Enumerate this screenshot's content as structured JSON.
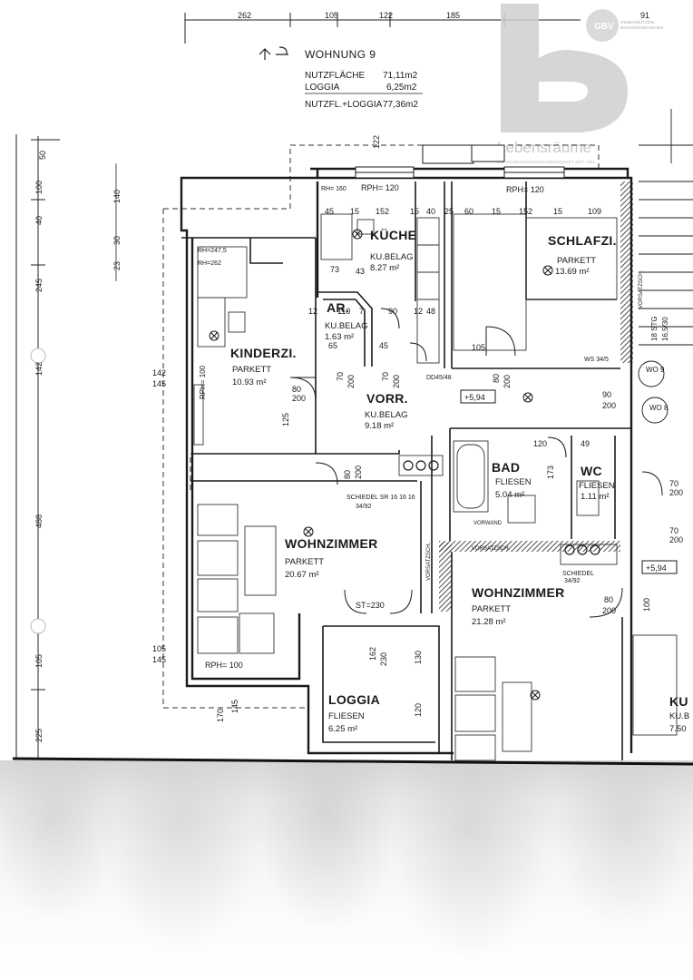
{
  "header": {
    "unit": "WOHNUNG 9",
    "area_label": "NUTZFLÄCHE",
    "area_value": "71,11m2",
    "loggia_label": "LOGGIA",
    "loggia_value": "6,25m2",
    "total_label": "NUTZFL.+LOGGIA",
    "total_value": "77,36m2"
  },
  "logo": {
    "brand": "Lebensräume",
    "tagline": "DIE WOHNUNGSGENOSSENSCHAFT SEIT 1911",
    "badge": "GBV",
    "badge_line1": "GEMEINNÜTZIGE",
    "badge_line2": "BAUVEREINIGUNGEN"
  },
  "top_dims": [
    "262",
    "105",
    "122",
    "185",
    "91"
  ],
  "rooms": {
    "kueche": {
      "name": "KÜCHE",
      "floor": "KU.BELAG",
      "area": "8.27 m²"
    },
    "schlafzi": {
      "name": "SCHLAFZI.",
      "floor": "PARKETT",
      "area": "13.69 m²"
    },
    "kinderzi": {
      "name": "KINDERZI.",
      "floor": "PARKETT",
      "area": "10.93 m²"
    },
    "ar": {
      "name": "AR.",
      "floor": "KU.BELAG",
      "area": "1.63 m²"
    },
    "vorr": {
      "name": "VORR.",
      "floor": "KU.BELAG",
      "area": "9.18 m²"
    },
    "bad": {
      "name": "BAD",
      "floor": "FLIESEN",
      "area": "5.04 m²"
    },
    "wc": {
      "name": "WC",
      "floor": "FLIESEN",
      "area": "1.11 m²"
    },
    "wohnzimmer": {
      "name": "WOHNZIMMER",
      "floor": "PARKETT",
      "area": "20.67 m²"
    },
    "loggia": {
      "name": "LOGGIA",
      "floor": "FLIESEN",
      "area": "6.25 m²"
    },
    "wohnzimmer2": {
      "name": "WOHNZIMMER",
      "floor": "PARKETT",
      "area": "21.28 m²"
    },
    "kub": {
      "name": "KU",
      "floor": "KU.B",
      "area": "7.50"
    }
  },
  "notes": {
    "rph120a": "RPH= 120",
    "rph120b": "RPH= 120",
    "rph100a": "RPH= 100",
    "rph100b": "RPH= 100",
    "rh160": "RH= 160",
    "rh247": "RH=247,5",
    "rh262": "RH=262",
    "st230": "ST=230",
    "schiedel": "SCHIEDEL  SR 16 16 16",
    "schiedel_sub": "34/92",
    "schiedel2": "SCHIEDEL",
    "schiedel2_sub": "34/92",
    "level1": "+5,94",
    "level2": "+5,94",
    "dd": "DD45/48",
    "ws": "WS  34/5",
    "wo9": "WO 9",
    "wo8": "WO 8",
    "vorsatz": "VORSATZSCH.",
    "vorsatz2": "VORSATZSCH.",
    "vorsatz3": "VORSATZSCH.",
    "stg": "18 STG",
    "stg2": "16,5/30",
    "vorwand": "VORWAND"
  },
  "left_dims": [
    "50",
    "100",
    "40",
    "245",
    "142",
    "488",
    "105",
    "225"
  ],
  "inner_left_dims": [
    "140",
    "23",
    "30"
  ],
  "misc_dims": {
    "d142a": "142",
    "d145a": "145",
    "d105": "105",
    "d145b": "145",
    "d170": "170",
    "d145c": "145",
    "d125": "125",
    "d122": "122",
    "k45": "45",
    "k15a": "15",
    "k152": "152",
    "k15b": "15",
    "k40": "40",
    "k25": "25",
    "s60": "60",
    "s15": "15",
    "s152": "152",
    "s15b": "15",
    "s109": "109",
    "ar110": "110",
    "ar7": "7",
    "ar90": "90",
    "ar12": "12",
    "ar48": "48",
    "ar12b": "12",
    "ar65": "65",
    "d80a": "80",
    "d200a": "200",
    "d80b": "80",
    "d200b": "200",
    "d70a": "70",
    "d200c": "200",
    "d70b": "70",
    "d200d": "200",
    "d80c": "80",
    "d200e": "200",
    "d90": "90",
    "d200f": "200",
    "d73": "73",
    "d43": "43",
    "d45": "45",
    "d105b": "105",
    "d162": "162",
    "d230": "230",
    "d130": "130",
    "d120": "120",
    "d173": "173",
    "d120b": "120",
    "d49": "49",
    "d80d": "80",
    "d200g": "200",
    "d100": "100",
    "d70c": "70",
    "d200h": "200",
    "d70d": "70",
    "d200i": "200"
  }
}
